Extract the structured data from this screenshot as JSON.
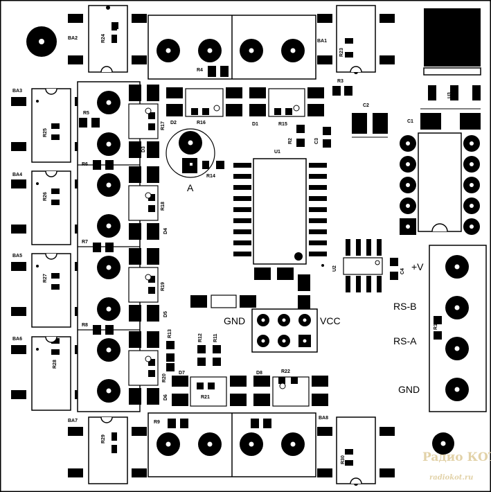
{
  "title": "",
  "connector_labels": {
    "gnd_left": "GND",
    "vcc": "VCC",
    "plus_v": "+V",
    "rs_b": "RS-B",
    "rs_a": "RS-A",
    "gnd_right": "GND",
    "test_point": "A"
  },
  "designators": {
    "BA1": "BA1",
    "BA2": "BA2",
    "BA3": "BA3",
    "BA4": "BA4",
    "BA5": "BA5",
    "BA6": "BA6",
    "BA7": "BA7",
    "BA8": "BA8",
    "R1": "R1",
    "R2": "R2",
    "R3": "R3",
    "R4": "R4",
    "R5": "R5",
    "R6": "R6",
    "R7": "R7",
    "R8": "R8",
    "R9": "R9",
    "R11": "R11",
    "R12": "R12",
    "R13": "R13",
    "R14": "R14",
    "R15": "R15",
    "R16": "R16",
    "R17": "R17",
    "R18": "R18",
    "R19": "R19",
    "R20": "R20",
    "R21": "R21",
    "R22": "R22",
    "R23": "R23",
    "R24": "R24",
    "R25": "R25",
    "R26": "R26",
    "R27": "R27",
    "R28": "R28",
    "R29": "R29",
    "R30": "R30",
    "C1": "C1",
    "C2": "C2",
    "C3": "C3",
    "C4": "C4",
    "D1": "D1",
    "D2": "D2",
    "D3": "D3",
    "D4": "D4",
    "D5": "D5",
    "D6": "D6",
    "D7": "D7",
    "D8": "D8",
    "U1": "U1",
    "U2": "U2",
    "U3": "U3"
  },
  "watermark": {
    "line1": "Paдио КОТ",
    "line2": "radiokot.ru"
  },
  "colors": {
    "copper": "#000000",
    "background": "#ffffff",
    "watermark": "#e2d2a8"
  }
}
